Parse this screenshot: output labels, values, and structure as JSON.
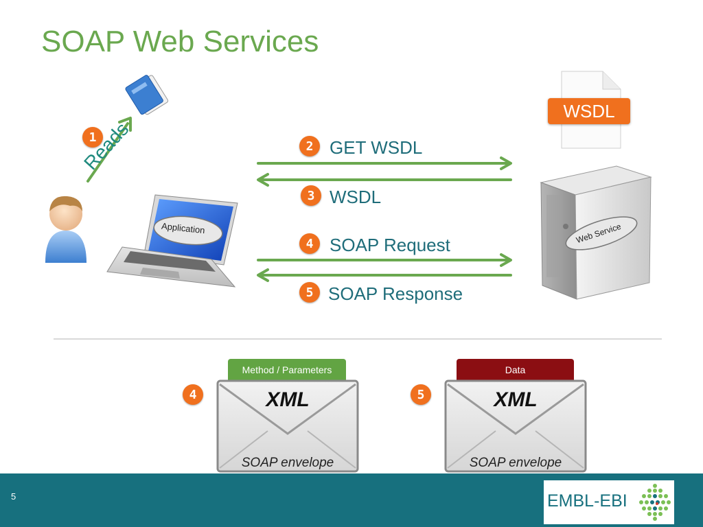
{
  "title": "SOAP Web Services",
  "steps": {
    "s1": {
      "num": "1",
      "label": "Reads"
    },
    "s2": {
      "num": "2",
      "label": "GET WSDL"
    },
    "s3": {
      "num": "3",
      "label": "WSDL"
    },
    "s4": {
      "num": "4",
      "label": "SOAP Request"
    },
    "s5": {
      "num": "5",
      "label": "SOAP Response"
    }
  },
  "application_label": "Application",
  "web_service_label": "Web Service",
  "wsdl_document_label": "WSDL",
  "envelopes": [
    {
      "num": "4",
      "tab": "Method / Parameters",
      "tab_color": "#62a443",
      "heading": "XML",
      "caption": "SOAP envelope"
    },
    {
      "num": "5",
      "tab": "Data",
      "tab_color": "#8b0e12",
      "heading": "XML",
      "caption": "SOAP envelope"
    }
  ],
  "footer": {
    "page_number": "5",
    "logo": "EMBL-EBI",
    "logo_icon": "dot-grid-icon"
  },
  "icons": {
    "user": "user-icon",
    "book": "book-icon",
    "laptop": "laptop-icon",
    "server": "server-icon",
    "document": "document-icon",
    "envelope": "envelope-icon"
  },
  "colors": {
    "title": "#6aa84f",
    "arrow": "#6aa84f",
    "badge": "#f0701e",
    "label": "#1f6d7a",
    "footer": "#17707e"
  }
}
